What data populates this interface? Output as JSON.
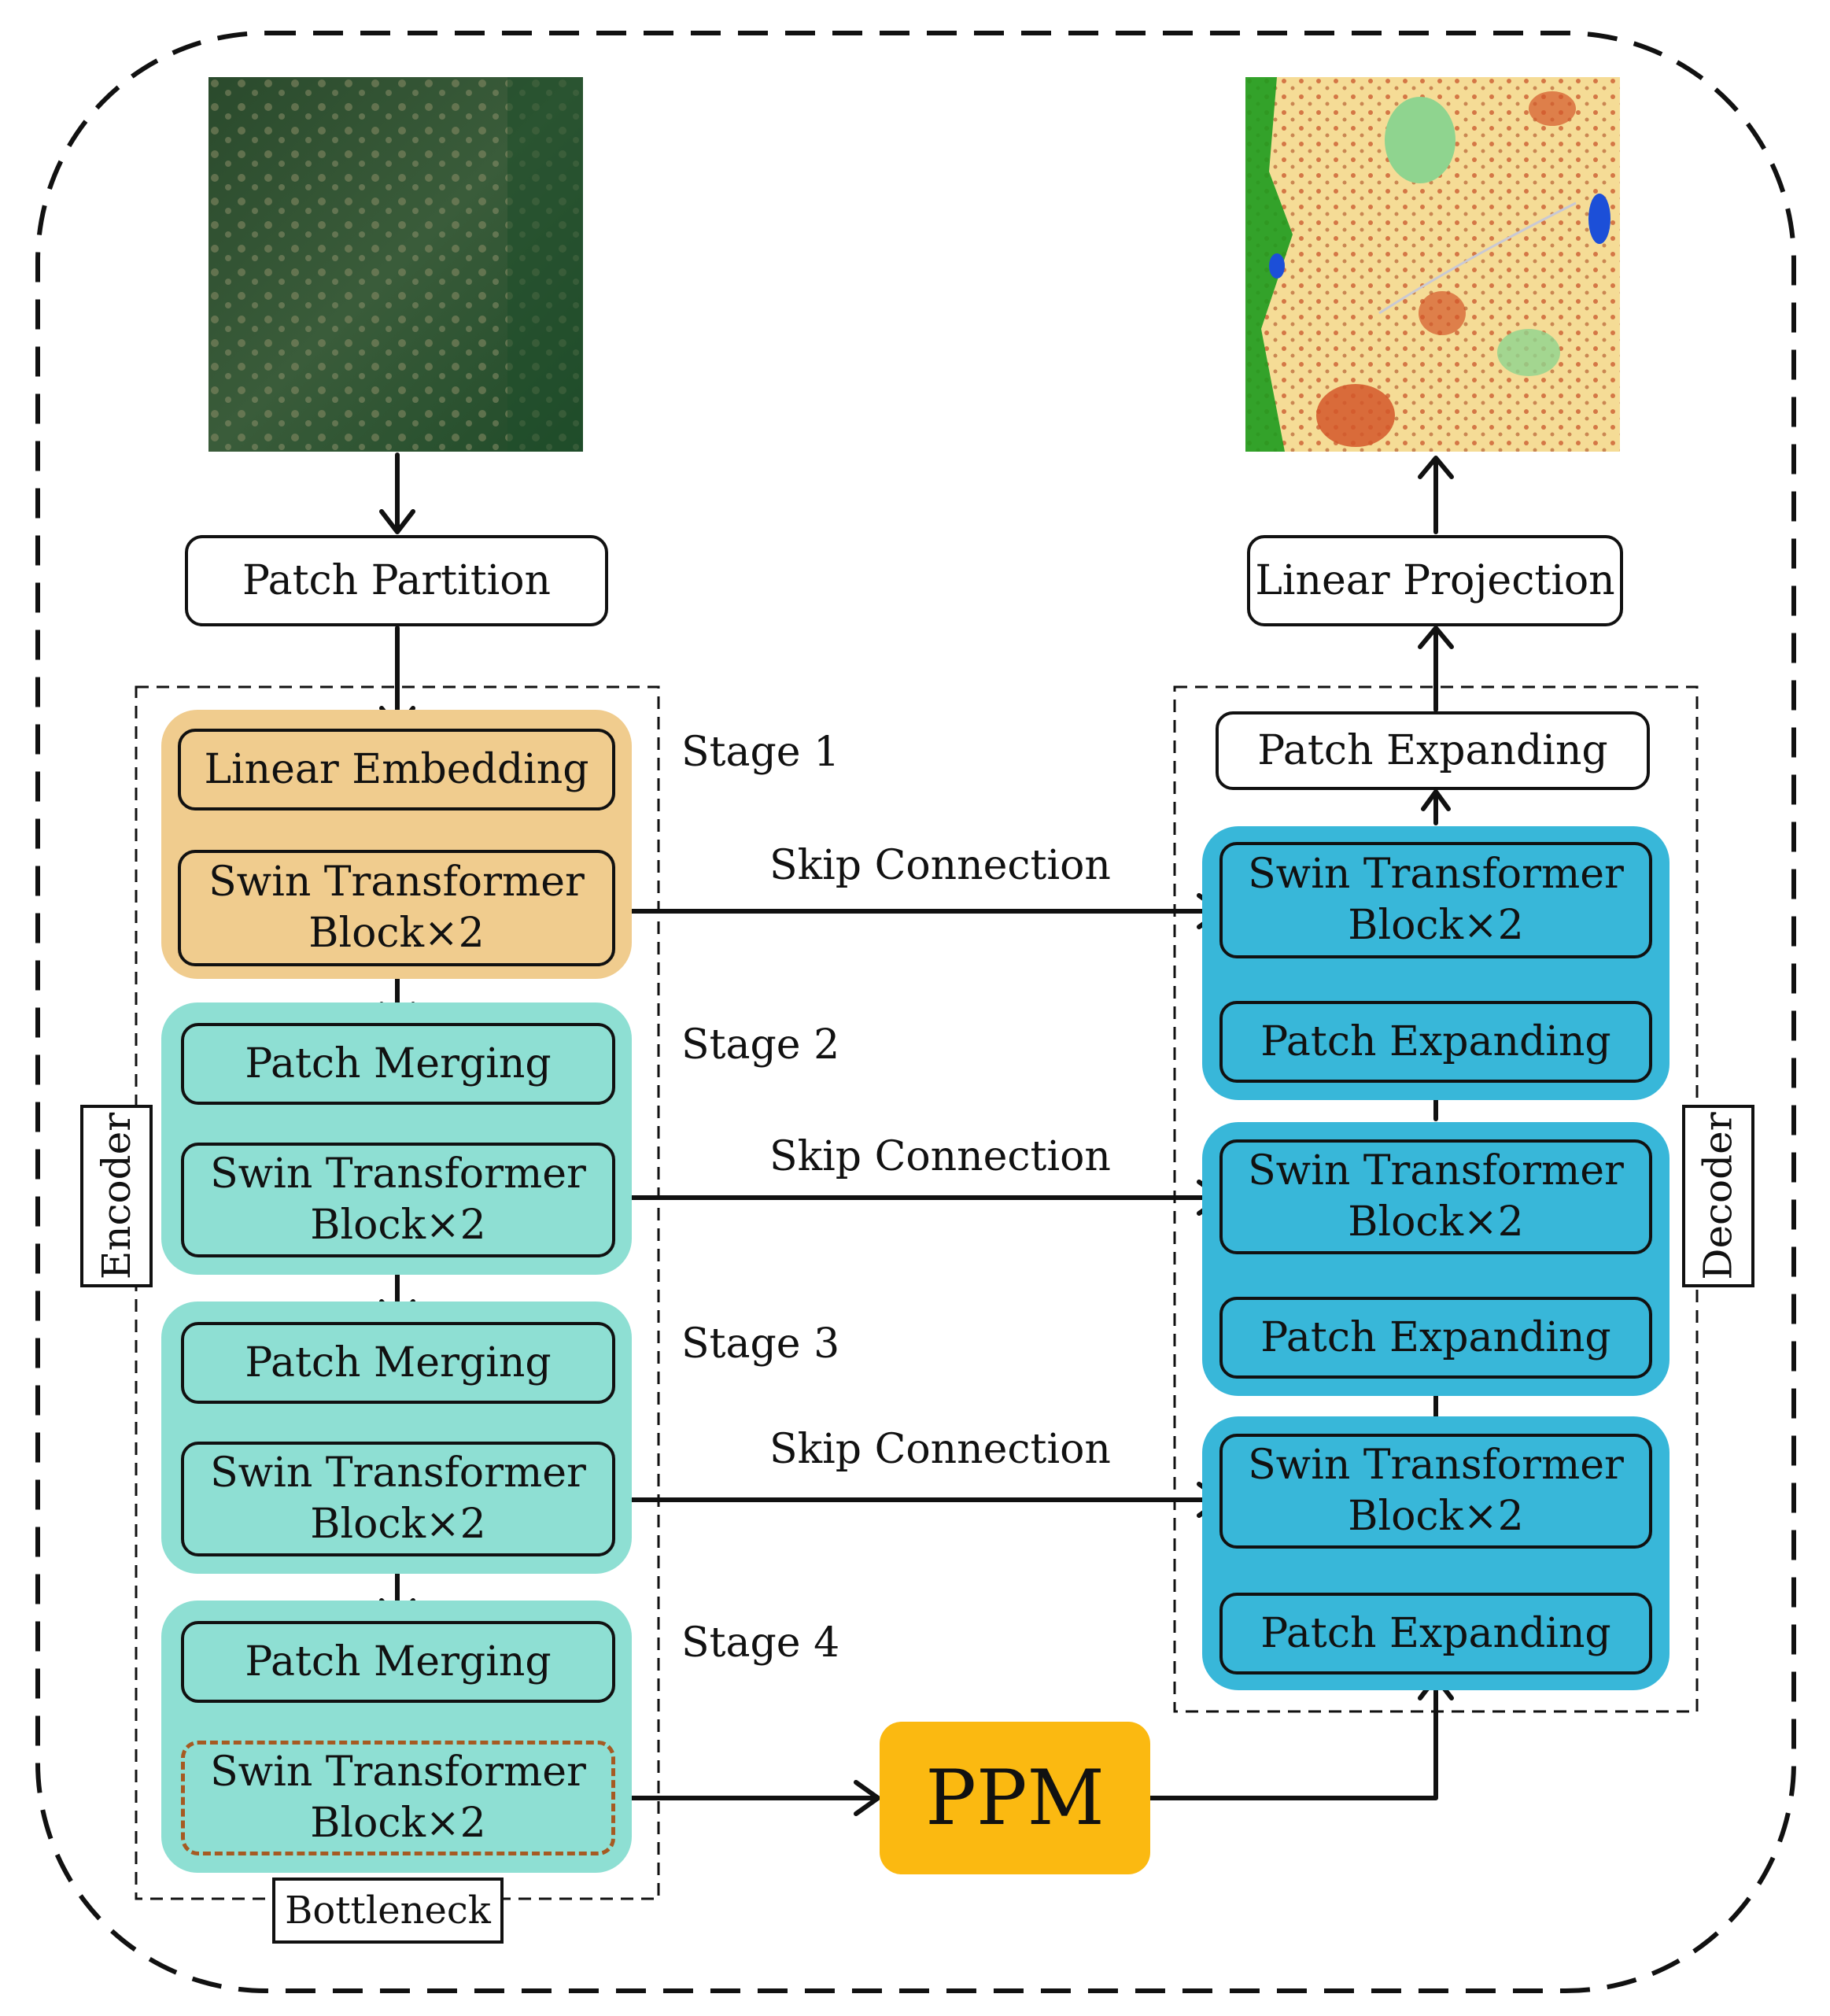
{
  "input_image": {
    "description_icon": "satellite-image-icon",
    "colors": [
      "#25472a",
      "#2f5a33",
      "#7d8a60",
      "#9b9a74"
    ]
  },
  "output_image": {
    "description_icon": "segmentation-map-icon",
    "colors": [
      "#f5dc96",
      "#d4572a",
      "#1e9b1e",
      "#8fd48f",
      "#1c4fd8"
    ]
  },
  "top": {
    "patch_partition": "Patch Partition",
    "linear_projection": "Linear Projection"
  },
  "encoder": {
    "label": "Encoder",
    "bottleneck_label": "Bottleneck",
    "stages": [
      {
        "label": "Stage 1",
        "first": "Linear Embedding",
        "second": "Swin Transformer\nBlock×2"
      },
      {
        "label": "Stage 2",
        "first": "Patch Merging",
        "second": "Swin Transformer\nBlock×2"
      },
      {
        "label": "Stage 3",
        "first": "Patch Merging",
        "second": "Swin Transformer\nBlock×2"
      },
      {
        "label": "Stage 4",
        "first": "Patch Merging",
        "second": "Swin Transformer\nBlock×2"
      }
    ]
  },
  "decoder": {
    "label": "Decoder",
    "top_expanding": "Patch Expanding",
    "groups": [
      {
        "upper": "Swin Transformer\nBlock×2",
        "lower": "Patch Expanding"
      },
      {
        "upper": "Swin Transformer\nBlock×2",
        "lower": "Patch Expanding"
      },
      {
        "upper": "Swin Transformer\nBlock×2",
        "lower": "Patch Expanding"
      }
    ]
  },
  "skip_connections": [
    "Skip Connection",
    "Skip Connection",
    "Skip Connection"
  ],
  "ppm": "PPM",
  "colors": {
    "stage1": "#f0cc8e",
    "encoder": "#8edfd3",
    "decoder": "#38b7d9",
    "ppm": "#fbb911",
    "bottleneck_dash": "#a65a22"
  }
}
